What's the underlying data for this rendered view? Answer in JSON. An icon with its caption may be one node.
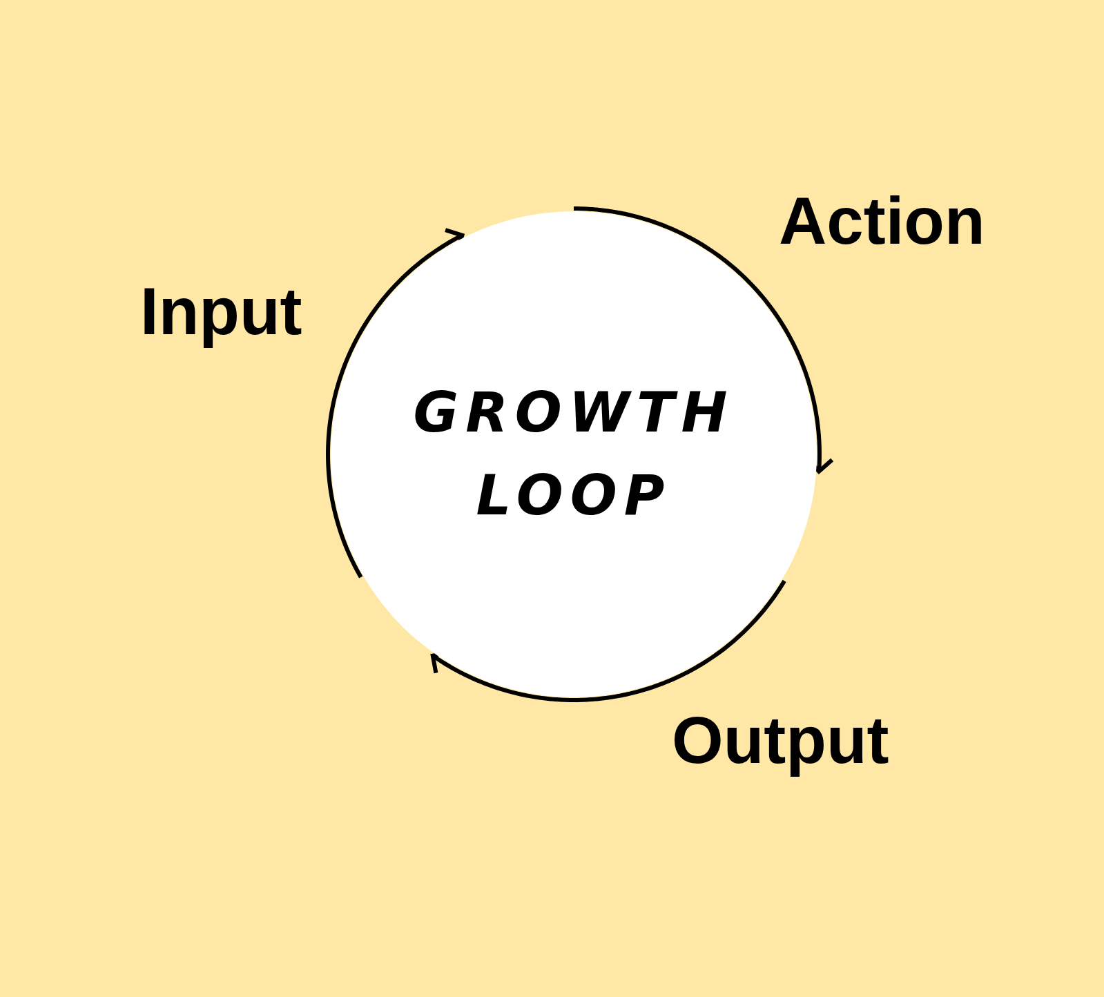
{
  "diagram": {
    "nodes": [
      {
        "text": [
          "GROWTH LOOP"
        ]
      }
    ],
    "labels": [
      "Action",
      "Input",
      "Output"
    ]
  }
}
